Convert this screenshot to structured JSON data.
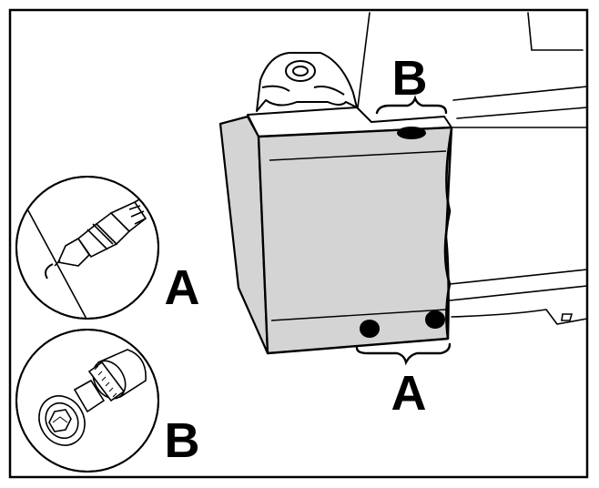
{
  "labels": {
    "callout_top": "B",
    "callout_bottom": "A",
    "inset_drill": "A",
    "inset_rivet": "B"
  },
  "colors": {
    "line": "#000000",
    "panel_fill": "#d4d4d4",
    "background": "#ffffff"
  },
  "icons": {
    "inset_drill": "drill-bit-icon",
    "inset_rivet": "rivet-nut-icon"
  }
}
